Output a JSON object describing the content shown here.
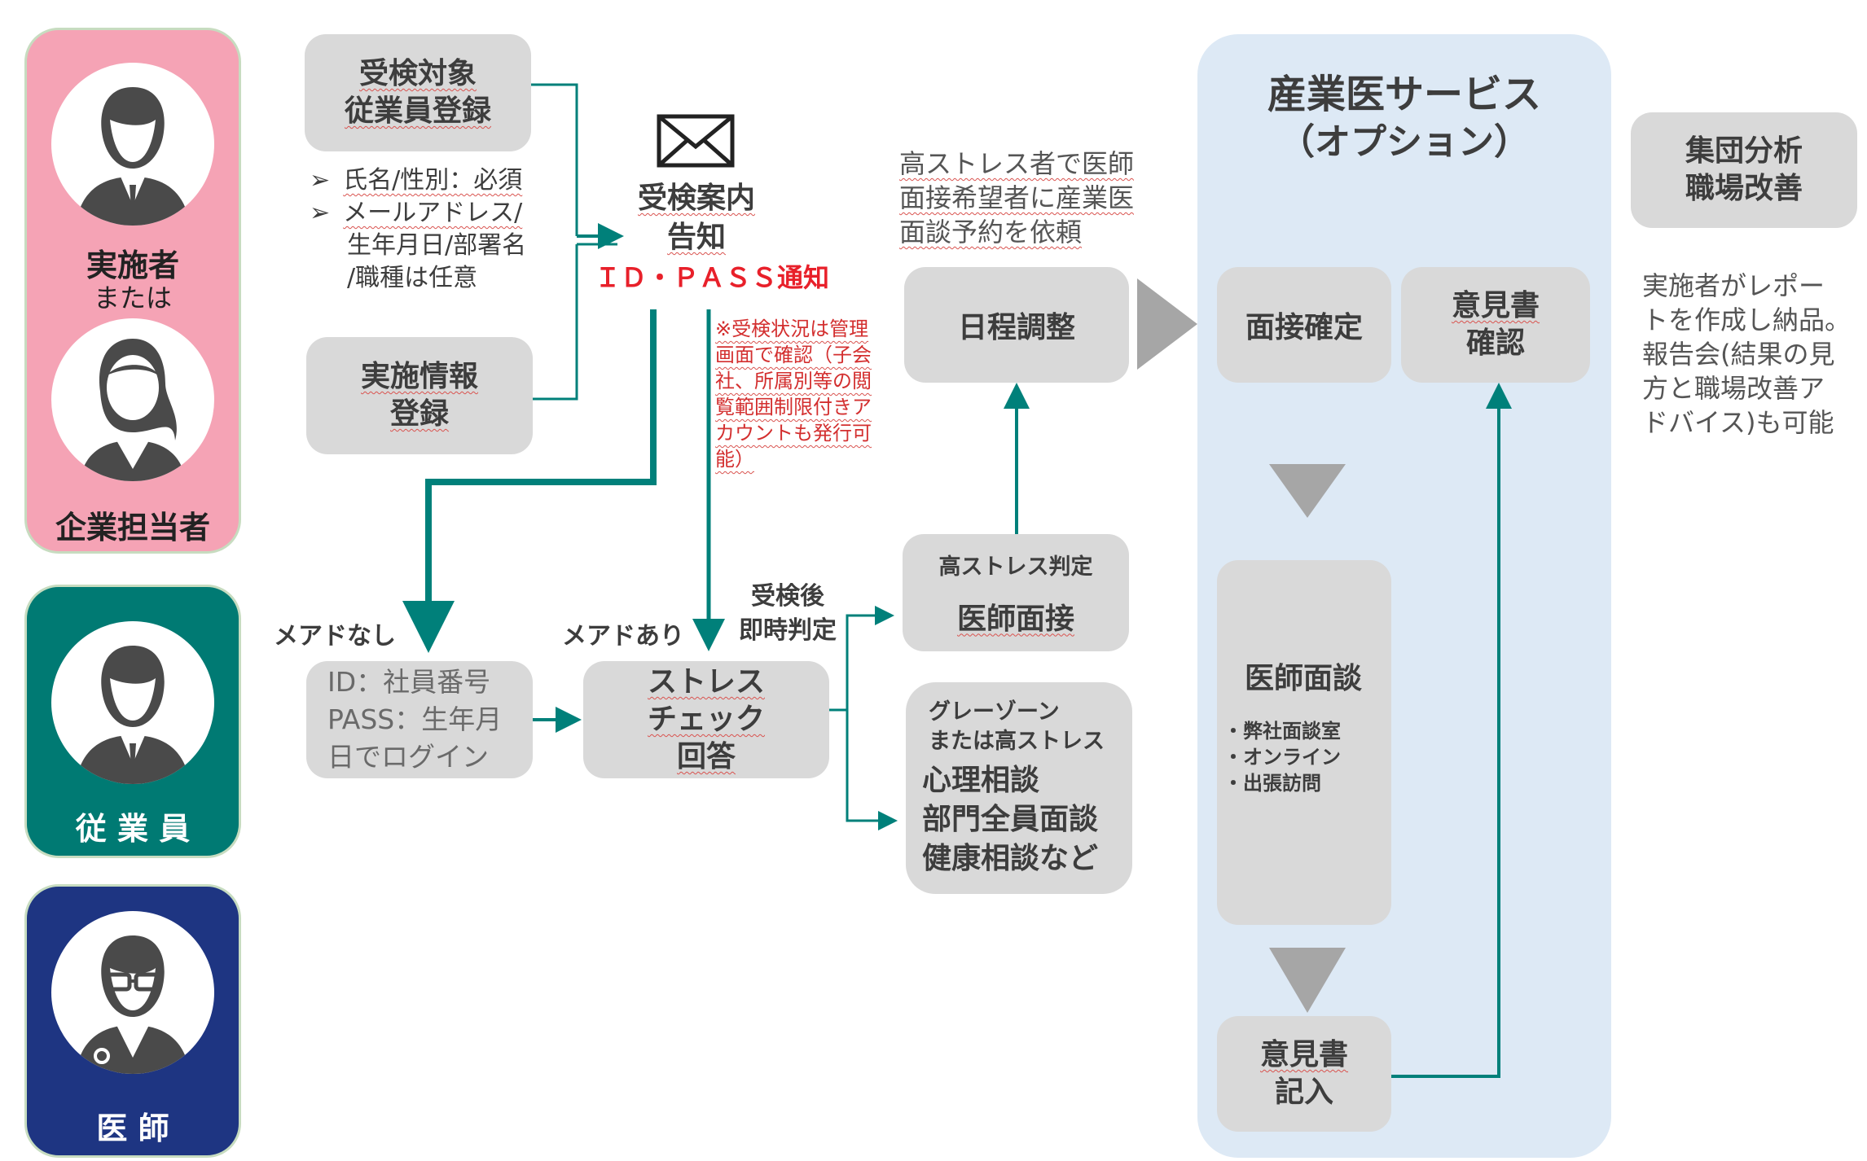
{
  "roles": {
    "implementer": {
      "label": "実施者",
      "or": "または",
      "company": "企業担当者"
    },
    "employee": {
      "label": "従 業 員"
    },
    "doctor": {
      "label": "医 師"
    }
  },
  "boxes": {
    "register_title_1": "受検対象",
    "register_title_2": "従業員登録",
    "register_notes": [
      "氏名/性別：必須",
      "メールアドレス/",
      "生年月日/部署名",
      "/職種は任意"
    ],
    "info_1": "実施情報",
    "info_2": "登録",
    "notice_1": "受検案内",
    "notice_2": "告知",
    "notice_id": "ＩＤ・ＰＡＳＳ通知",
    "red_note": [
      "※受検状況は管理",
      "画面で確認（子会",
      "社、所属別等の閲",
      "覧範囲制限付きア",
      "カウントも発行可",
      "能）"
    ],
    "no_mail": "メアドなし",
    "with_mail": "メアドあり",
    "login_lines": [
      "ID：社員番号",
      "PASS：生年月",
      "日でログイン"
    ],
    "stress_lines": [
      "ストレス",
      "チェック",
      "回答"
    ],
    "after_1": "受検後",
    "after_2": "即時判定",
    "high_title": "高ストレス判定",
    "high_main": "医師面接",
    "gray_1": "グレーゾーン",
    "gray_2": "または高ストレス",
    "gray_main": [
      "心理相談",
      "部門全員面談",
      "健康相談など"
    ],
    "request_lines": [
      "高ストレス者で医師",
      "面接希望者に産業医",
      "面談予約を依頼"
    ],
    "schedule": "日程調整"
  },
  "service": {
    "title": "産業医サービス",
    "subtitle": "（オプション）",
    "confirm": "面接確定",
    "opinion_check_1": "意見書",
    "opinion_check_2": "確認",
    "interview": "医師面談",
    "locations": [
      "・弊社面談室",
      "・オンライン",
      "・出張訪問"
    ],
    "opinion_write_1": "意見書",
    "opinion_write_2": "記入"
  },
  "analysis": {
    "title_1": "集団分析",
    "title_2": "職場改善",
    "desc": [
      "実施者がレポー",
      "トを作成し納品。",
      "報告会(結果の見",
      "方と職場改善ア",
      "ドバイス)も可能"
    ]
  },
  "colors": {
    "teal": "#00807a",
    "pink": "#f5a3b5",
    "teal_panel": "#007a73",
    "navy": "#1e3582",
    "box_gray": "#d9d9d9",
    "service_bg": "#dde9f5",
    "red": "#e8202a",
    "arrow_gray": "#a6a6a6"
  }
}
